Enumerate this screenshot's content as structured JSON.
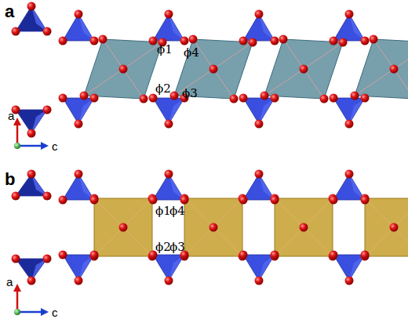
{
  "diagram": {
    "labels": [
      "a",
      "ϕ1",
      "ϕ4",
      "ϕ2",
      "ϕ3",
      "a",
      "c",
      "b",
      "ϕ1",
      "ϕ4",
      "ϕ2",
      "ϕ3",
      "a",
      "c"
    ]
  }
}
